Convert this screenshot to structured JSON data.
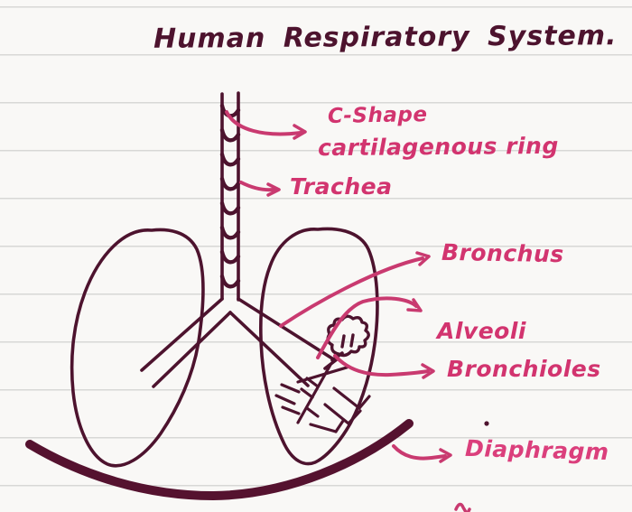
{
  "page": {
    "kind": "handwritten-notebook-diagram",
    "title": "Human Respiratory System."
  },
  "labels": {
    "c_shape_line1": "C-Shape",
    "c_shape_line2": "cartilagenous ring",
    "trachea": "Trachea",
    "bronchus": "Bronchus",
    "alveoli": "Alveoli",
    "bronchioles": "Bronchioles",
    "diaphragm": "Diaphragm"
  },
  "diagram_parts": [
    "trachea with c-shaped cartilage rings",
    "left lung",
    "right lung",
    "left bronchus",
    "right bronchus",
    "bronchioles",
    "alveoli cluster",
    "diaphragm curve"
  ],
  "colors": {
    "paper": "#f9f8f6",
    "rule_line": "#d8d8d6",
    "ink_dark": "#4d132e",
    "ink_dark_thick": "#55122f",
    "ink_pink": "#d2346f",
    "ink_pink_bright": "#db3f7c"
  }
}
